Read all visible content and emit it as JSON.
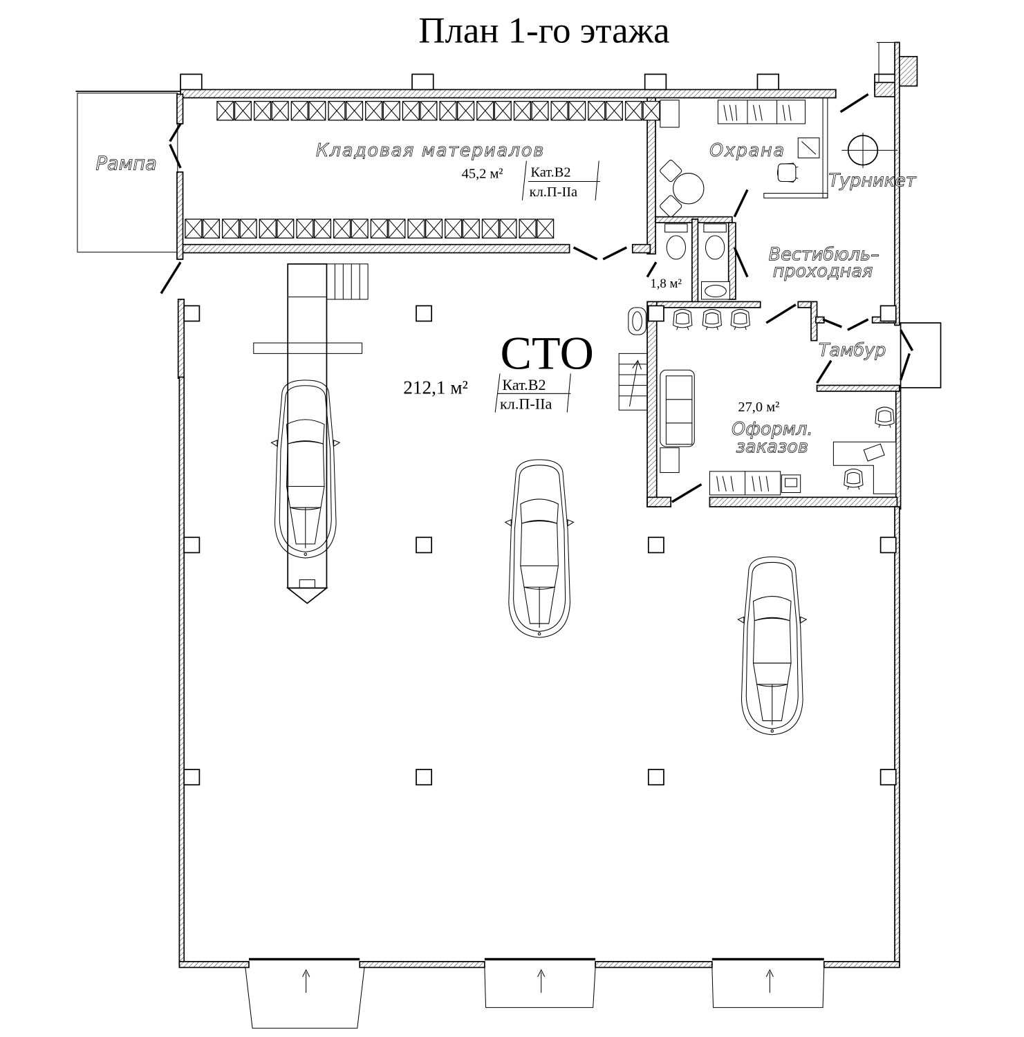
{
  "title": "План 1-го этажа",
  "rooms": {
    "ramp": {
      "name": "Рампа"
    },
    "storage": {
      "name": "Кладовая материалов",
      "area": "45,2 м²",
      "category": "Кат.В2",
      "class": "кл.П-IIa"
    },
    "security": {
      "name": "Охрана"
    },
    "turnstile": {
      "name": "Турникет"
    },
    "vestibule": {
      "name_line1": "Вестибюль–",
      "name_line2": "проходная"
    },
    "wc": {
      "area": "1,8 м²"
    },
    "sto": {
      "name": "СТО",
      "area": "212,1 м²",
      "category": "Кат.В2",
      "class": "кл.П-IIa"
    },
    "vestibule_porch": {
      "name": "Тамбур"
    },
    "orders": {
      "name_line1": "Оформл.",
      "name_line2": "заказов",
      "area": "27,0 м²"
    }
  },
  "icons": [
    "car-icon",
    "lift-icon",
    "stair-icon",
    "toilet-icon",
    "sink-icon",
    "chair-icon",
    "sofa-icon",
    "desk-icon",
    "computer-icon",
    "turnstile-icon",
    "arrow-up-icon"
  ]
}
